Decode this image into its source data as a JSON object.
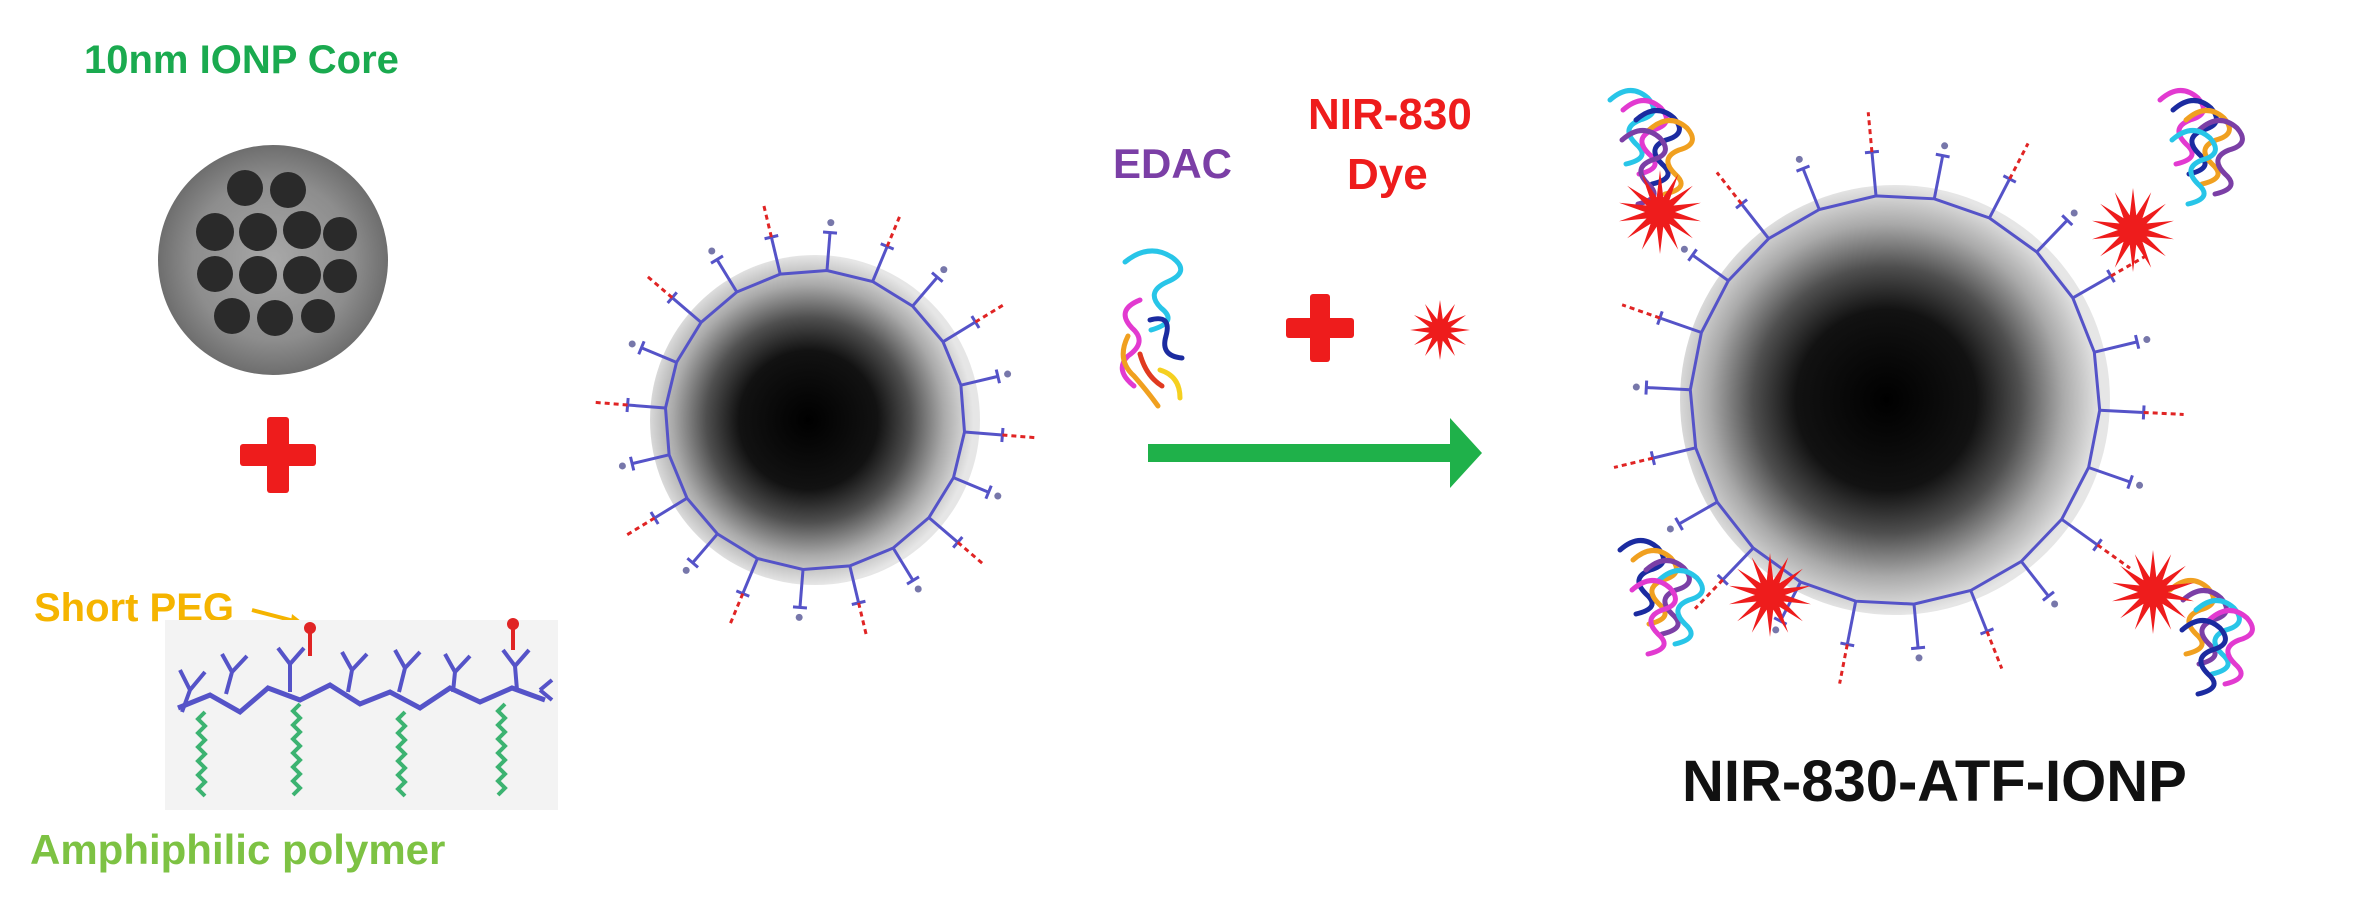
{
  "labels": {
    "core": "10nm IONP Core",
    "short_peg": "Short PEG",
    "polymer": "Amphiphilic polymer",
    "edac": "EDAC",
    "dye_line1": "NIR-830",
    "dye_line2": "Dye",
    "product": "NIR-830-ATF-IONP"
  },
  "colors": {
    "core_label": "#1aaa4f",
    "peg_label": "#f5b400",
    "polymer_label": "#7dc243",
    "edac_label": "#7b3fa6",
    "dye_label": "#ee1c1c",
    "product_label": "#111111",
    "plus_sign": "#ee1c1c",
    "reaction_arrow": "#1fb14a",
    "polymer_chain": "#5553c8",
    "peg_group": "#e02424",
    "alkyl_tail": "#3cb371"
  },
  "icons": {
    "plus_1": "plus-icon",
    "plus_2": "plus-icon",
    "arrow": "right-arrow-icon",
    "dye": "star-burst-icon",
    "peptide": "ribbon-protein-icon"
  }
}
